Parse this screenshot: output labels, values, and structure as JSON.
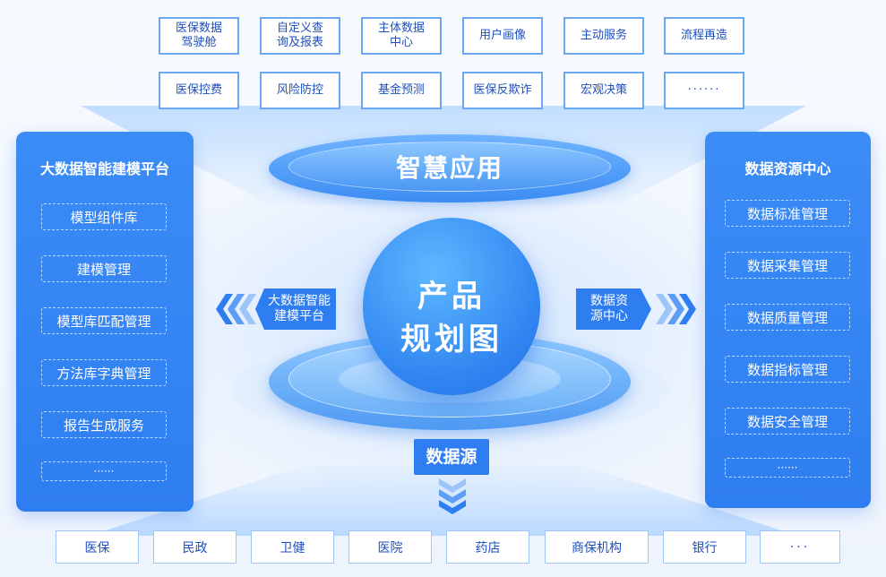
{
  "top_row1": [
    "医保数据\n驾驶舱",
    "自定义查\n询及报表",
    "主体数据\n中心",
    "用户画像",
    "主动服务",
    "流程再造"
  ],
  "top_row2": [
    "医保控费",
    "风险防控",
    "基金预测",
    "医保反欺诈",
    "宏观决策",
    "······"
  ],
  "smart_app": "智慧应用",
  "center": {
    "line1": "产品",
    "line2": "规划图"
  },
  "left_panel": {
    "title": "大数据智能建模平台",
    "items": [
      "模型组件库",
      "建模管理",
      "模型库匹配管理",
      "方法库字典管理",
      "报告生成服务",
      "······"
    ]
  },
  "right_panel": {
    "title": "数据资源中心",
    "items": [
      "数据标准管理",
      "数据采集管理",
      "数据质量管理",
      "数据指标管理",
      "数据安全管理",
      "······"
    ]
  },
  "left_tag": {
    "line1": "大数据智能",
    "line2": "建模平台"
  },
  "right_tag": {
    "line1": "数据资",
    "line2": "源中心"
  },
  "source_tag": "数据源",
  "bottom_row": [
    "医保",
    "民政",
    "卫健",
    "医院",
    "药店",
    "商保机构",
    "银行",
    "···"
  ],
  "icons": {
    "left_arrows": "chevron-left-icon",
    "right_arrows": "chevron-right-icon",
    "down_arrows": "chevron-down-icon"
  },
  "colors": {
    "primary": "#2f7ef1",
    "tile_border": "#6aa8f2",
    "text_blue": "#1d4fbf"
  }
}
